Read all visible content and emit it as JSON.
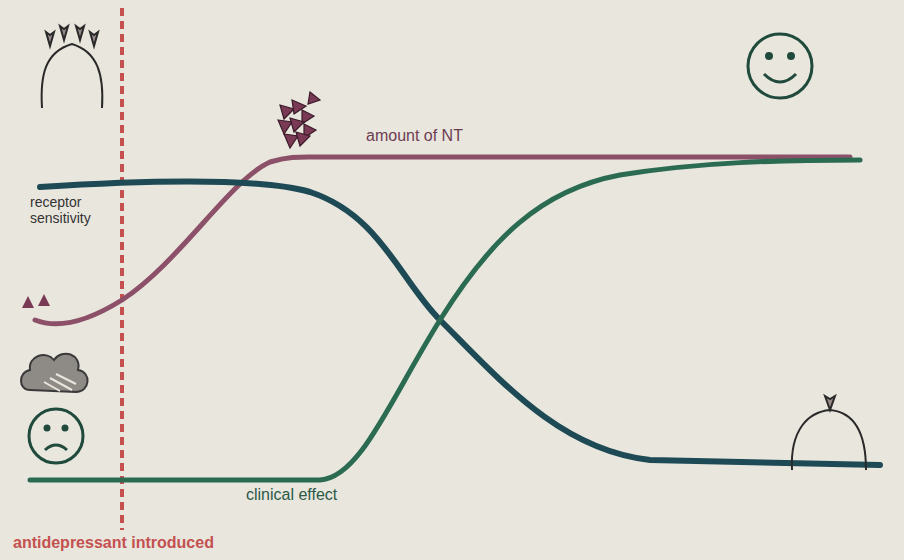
{
  "diagram": {
    "labels": [
      "receptor sensitivity",
      "amount of NT",
      "clinical effect",
      "antidepressant introduced"
    ]
  }
}
